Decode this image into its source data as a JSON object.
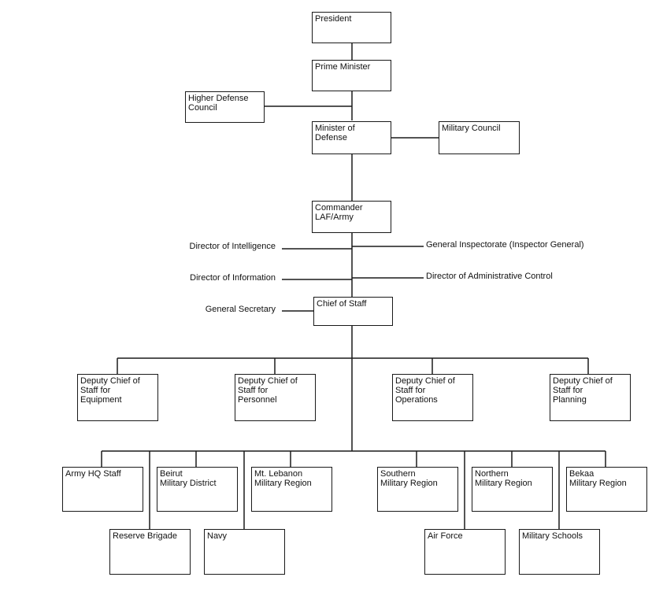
{
  "nodes": {
    "president": "President",
    "prime_minister": "Prime Minister",
    "higher_defense_council": "Higher Defense\nCouncil",
    "minister_of_defense": "Minister of\nDefense",
    "military_council": "Military Council",
    "commander": "Commander\nLAF/Army",
    "chief_of_staff": "Chief of Staff",
    "deputy_equipment": "Deputy Chief of\nStaff for\nEquipment",
    "deputy_personnel": "Deputy Chief of\nStaff for\nPersonnel",
    "deputy_operations": "Deputy Chief of\nStaff for\nOperations",
    "deputy_planning": "Deputy Chief of\nStaff for\nPlanning",
    "army_hq_staff": "Army HQ Staff",
    "beirut_district": "Beirut\nMilitary District",
    "mt_lebanon": "Mt. Lebanon\nMilitary Region",
    "southern_region": "Southern\nMilitary Region",
    "northern_region": "Northern\nMilitary Region",
    "bekaa_region": "Bekaa\nMilitary Region",
    "reserve_brigade": "Reserve Brigade",
    "navy": "Navy",
    "air_force": "Air Force",
    "military_schools": "Military Schools"
  },
  "staff_labels": {
    "director_intelligence": "Director of Intelligence",
    "general_inspectorate": "General Inspectorate (Inspector General)",
    "director_information": "Director of Information",
    "director_admin_control": "Director of Administrative Control",
    "general_secretary": "General Secretary"
  }
}
